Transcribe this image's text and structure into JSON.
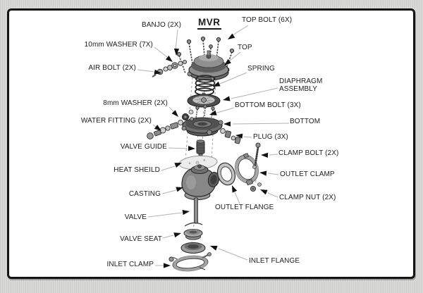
{
  "title": "MVR",
  "labels": {
    "banjo": "BANJO (2X)",
    "top_bolt": "TOP BOLT (6X)",
    "washer_10mm": "10mm WASHER (7X)",
    "top": "TOP",
    "air_bolt": "AIR BOLT (2X)",
    "spring": "SPRING",
    "diaphragm_line1": "DIAPHRAGM",
    "diaphragm_line2": "ASSEMBLY",
    "washer_8mm": "8mm WASHER (2X)",
    "bottom_bolt": "BOTTOM BOLT (3X)",
    "water_fitting": "WATER FITTING (2X)",
    "bottom": "BOTTOM",
    "plug": "PLUG (3X)",
    "valve_guide": "VALVE GUIDE",
    "clamp_bolt": "CLAMP BOLT (2X)",
    "heat_shield": "HEAT SHEILD",
    "outlet_clamp": "OUTLET CLAMP",
    "casting": "CASTING",
    "clamp_nut": "CLAMP NUT (2X)",
    "outlet_flange": "OUTLET FLANGE",
    "valve": "VALVE",
    "valve_seat": "VALVE SEAT",
    "inlet_flange": "INLET FLANGE",
    "inlet_clamp": "INLET CLAMP"
  },
  "style": {
    "ink": "#1c1c1c",
    "paper": "#d7d7d3",
    "canvas": "#ffffff",
    "leader": "#b3b3b3"
  }
}
